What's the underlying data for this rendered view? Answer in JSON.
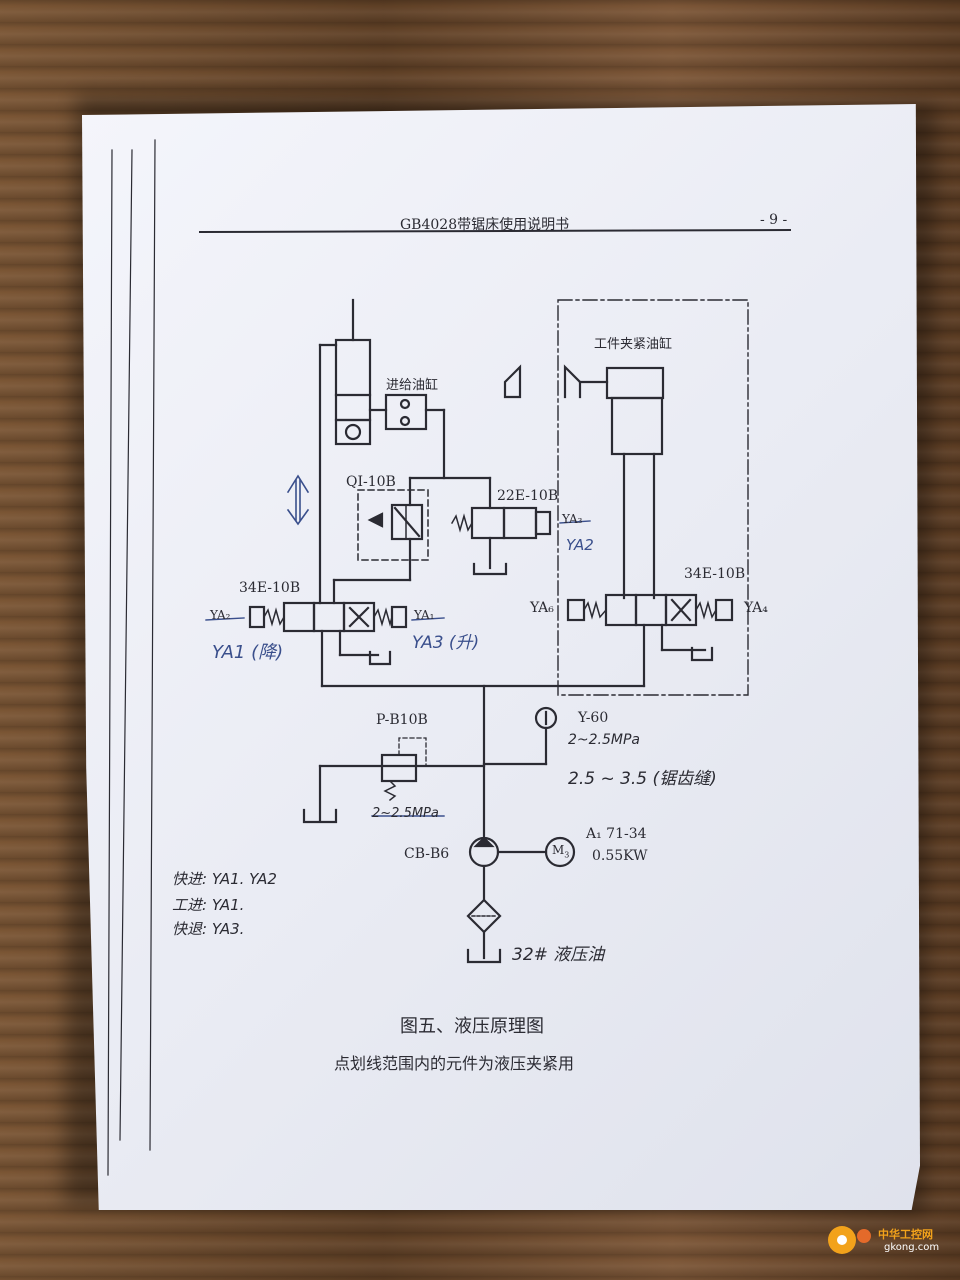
{
  "header": {
    "title": "GB4028带锯床使用说明书",
    "page": "- 9 -"
  },
  "labels": {
    "feed_cylinder": "进给油缸",
    "clamp_cylinder": "工件夹紧油缸",
    "qi10b": "QI-10B",
    "v22e": "22E-10B",
    "v34e_left": "34E-10B",
    "v34e_right": "34E-10B",
    "ya2_struck": "YA₂",
    "ya1_struck": "YA₁",
    "ya3_struck": "YA₃",
    "ya4": "YA₄",
    "ya6": "YA₆",
    "pb10b": "P-B10B",
    "y60": "Y-60",
    "cbb6": "CB-B6",
    "motor_model": "A₁ 71-34",
    "motor_power": "0.55KW",
    "motor_symbol": "M",
    "motor_sub": "3"
  },
  "handwritten": {
    "ya2": "YA2",
    "ya1_down": "YA1 (降)",
    "ya3_up": "YA3 (升)",
    "pressure1": "2~2.5MPa",
    "pressure2": "2.5 ~ 3.5 (锯齿缝)",
    "pressure_struck": "2~2.5MPa",
    "oil": "32# 液压油",
    "note1": "快进: YA1. YA2",
    "note2": "工进: YA1.",
    "note3": "快退: YA3."
  },
  "caption": {
    "title": "图五、液压原理图",
    "subtitle": "点划线范围内的元件为液压夹紧用"
  },
  "watermark": {
    "brand": "中华工控网",
    "site": "gkong.com"
  },
  "colors": {
    "ink": "#2b2b33",
    "pen": "#3a4f8c",
    "paper": "#eceef5"
  }
}
